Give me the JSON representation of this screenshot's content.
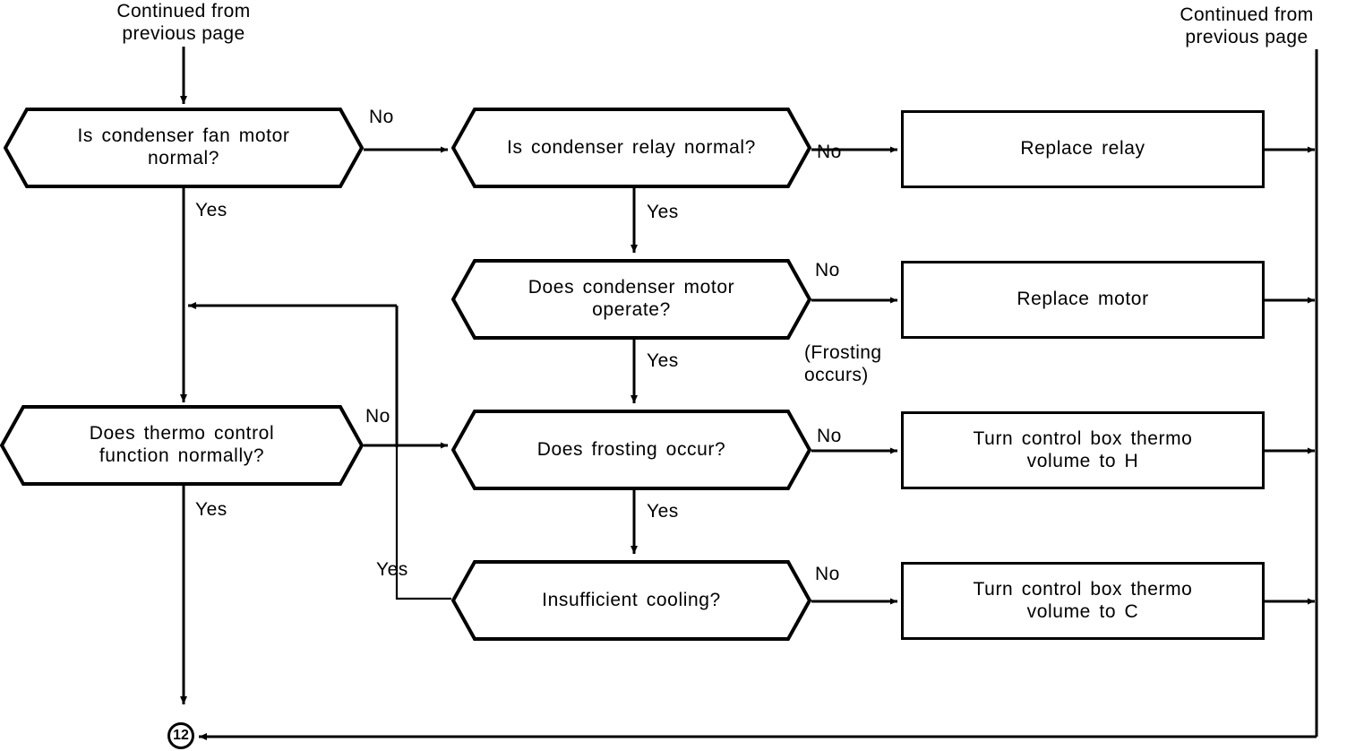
{
  "diagram": {
    "title": "Troubleshooting flowchart",
    "ink_color": "#000000",
    "background": "#ffffff"
  },
  "captions": {
    "top_left": "Continued from\nprevious page",
    "top_right": "Continued from\nprevious page"
  },
  "nodes": [
    {
      "id": "cond_fan_motor",
      "shape": "hexagon",
      "text": "Is condenser fan motor\nnormal?"
    },
    {
      "id": "cond_relay",
      "shape": "hexagon",
      "text": "Is condenser relay normal?"
    },
    {
      "id": "replace_relay",
      "shape": "rectangle",
      "text": "Replace relay"
    },
    {
      "id": "cond_motor_op",
      "shape": "hexagon",
      "text": "Does condenser motor\noperate?"
    },
    {
      "id": "replace_motor",
      "shape": "rectangle",
      "text": "Replace motor"
    },
    {
      "id": "thermo_control",
      "shape": "hexagon",
      "text": "Does thermo control\nfunction normally?"
    },
    {
      "id": "frosting_occur",
      "shape": "hexagon",
      "text": "Does frosting occur?"
    },
    {
      "id": "thermo_h",
      "shape": "rectangle",
      "text": "Turn control box thermo\nvolume to H"
    },
    {
      "id": "insufficient",
      "shape": "hexagon",
      "text": "Insufficient cooling?"
    },
    {
      "id": "thermo_c",
      "shape": "rectangle",
      "text": "Turn control box thermo\nvolume to C"
    }
  ],
  "edge_labels": {
    "fan_no": "No",
    "fan_yes": "Yes",
    "relay_no": "No",
    "relay_yes": "Yes",
    "motor_no": "No",
    "motor_yes": "Yes",
    "thermo_no": "No",
    "thermo_yes": "Yes",
    "frosting_no": "No",
    "frosting_yes": "Yes",
    "insufficient_no": "No",
    "branch_yes": "Yes"
  },
  "annotations": {
    "frosting_note": "(Frosting\noccurs)"
  },
  "connectors": {
    "page_marker": "12"
  }
}
